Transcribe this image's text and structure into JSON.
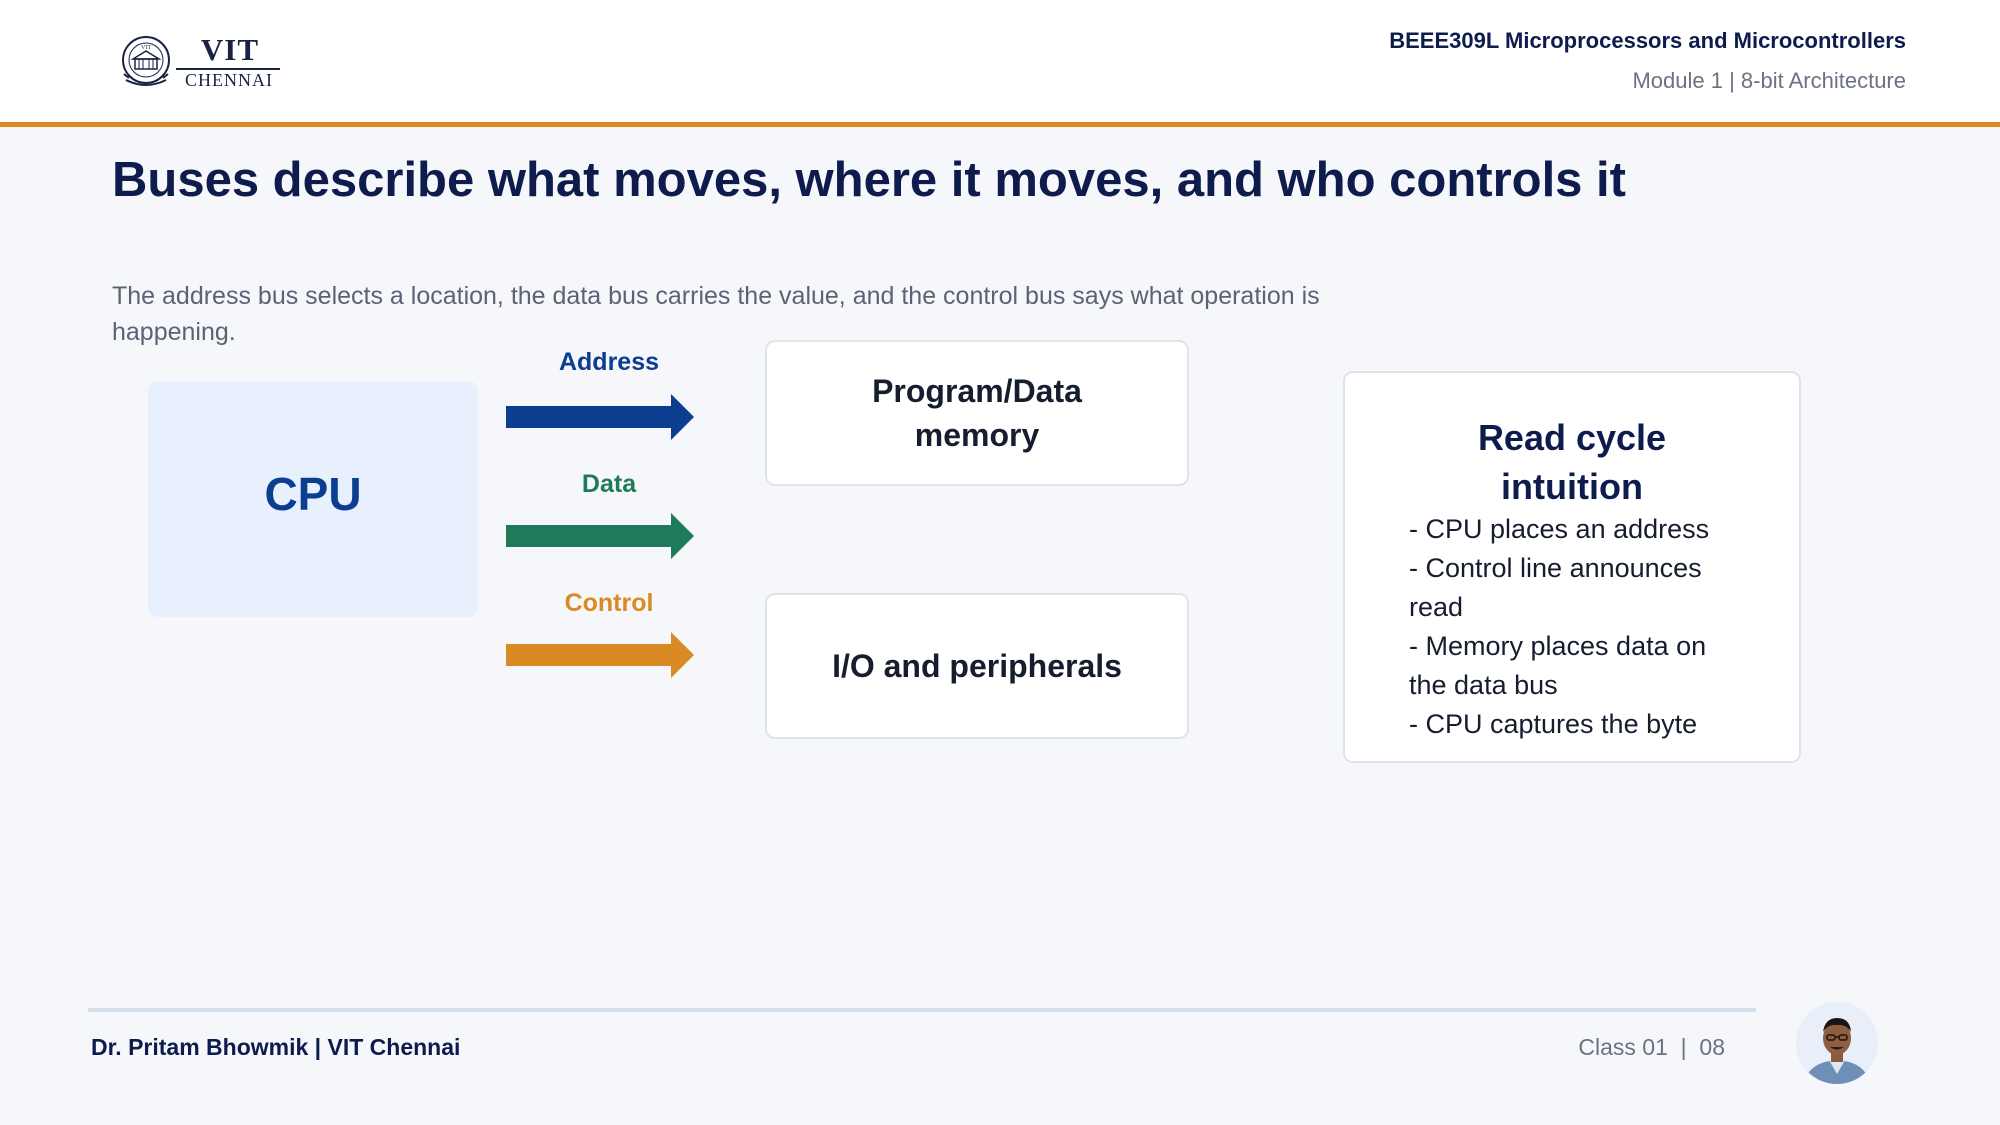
{
  "header": {
    "logo_text": "VIT",
    "logo_subtext": "CHENNAI",
    "seal_text": "VIT",
    "course": "BEEE309L Microprocessors and Microcontrollers",
    "module": "Module 1 | 8-bit Architecture"
  },
  "slide": {
    "title": "Buses describe what moves, where it moves, and who controls it",
    "subtitle": "The address bus selects a location, the data bus carries the value, and the control bus says what operation is happening."
  },
  "diagram": {
    "cpu_label": "CPU",
    "buses": [
      {
        "label": "Address",
        "color": "#0b3d91"
      },
      {
        "label": "Data",
        "color": "#1f7a5a"
      },
      {
        "label": "Control",
        "color": "#d98a22"
      }
    ],
    "memory_box": "Program/Data memory",
    "io_box": "I/O and peripherals"
  },
  "read_cycle": {
    "title": "Read cycle intuition",
    "steps": [
      "- CPU places an address",
      "- Control line announces read",
      "- Memory places data on the data bus",
      "- CPU captures the byte"
    ]
  },
  "footer": {
    "author": "Dr. Pritam Bhowmik | VIT Chennai",
    "class_info": "Class 01  |  08"
  },
  "colors": {
    "accent": "#d98a22",
    "navy": "#0e1b4d",
    "address_bus": "#0b3d91",
    "data_bus": "#1f7a5a",
    "control_bus": "#d98a22"
  }
}
